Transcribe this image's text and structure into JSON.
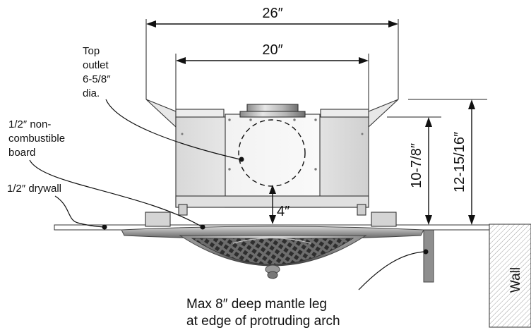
{
  "diagram": {
    "dimensions": {
      "overall_width": "26″",
      "body_width": "20″",
      "clearance": "4″",
      "body_height": "10-7/8″",
      "total_height": "12-15/16″"
    },
    "callouts": {
      "top_outlet": [
        "Top",
        "outlet",
        "6-5/8″",
        "dia."
      ],
      "noncombustible": [
        "1/2″ non-",
        "combustible",
        "board"
      ],
      "drywall": "1/2″ drywall",
      "mantle": [
        "Max 8″ deep mantle leg",
        "at edge of protruding arch"
      ],
      "wall": "Wall"
    }
  }
}
